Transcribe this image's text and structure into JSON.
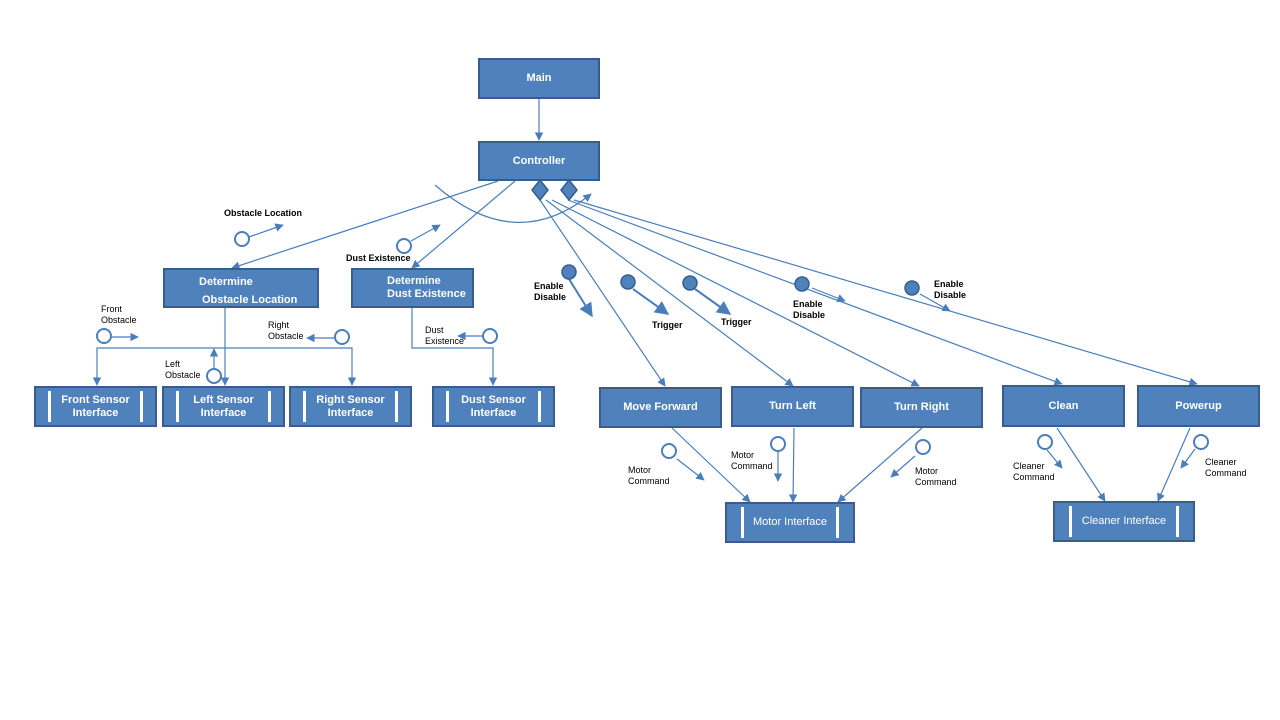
{
  "boxes": {
    "main": "Main",
    "controller": "Controller",
    "determine_obstacle_line1": "Determine",
    "determine_obstacle_line2": "Obstacle Location",
    "determine_dust": "Determine\nDust Existence",
    "front_sensor": "Front Sensor\nInterface",
    "left_sensor": "Left Sensor\nInterface",
    "right_sensor": "Right Sensor\nInterface",
    "dust_sensor": "Dust Sensor\nInterface",
    "move_forward": "Move Forward",
    "turn_left": "Turn Left",
    "turn_right": "Turn Right",
    "clean": "Clean",
    "powerup": "Powerup",
    "motor_interface": "Motor Interface",
    "cleaner_interface": "Cleaner Interface"
  },
  "couples": {
    "obstacle_location": "Obstacle Location",
    "dust_existence": "Dust Existence",
    "front_obstacle": "Front\nObstacle",
    "right_obstacle": "Right\nObstacle",
    "left_obstacle": "Left\nObstacle",
    "dust_existence_small": "Dust\nExistence",
    "enable_disable_1": "Enable\nDisable",
    "trigger_1": "Trigger",
    "trigger_2": "Trigger",
    "enable_disable_2": "Enable\nDisable",
    "enable_disable_3": "Enable\nDisable",
    "motor_command_1": "Motor\nCommand",
    "motor_command_2": "Motor\nCommand",
    "motor_command_3": "Motor\nCommand",
    "cleaner_command_1": "Cleaner\nCommand",
    "cleaner_command_2": "Cleaner\nCommand"
  },
  "colors": {
    "box_fill": "#4f81bd",
    "box_border": "#385d8a",
    "line": "#4a7ebb"
  }
}
